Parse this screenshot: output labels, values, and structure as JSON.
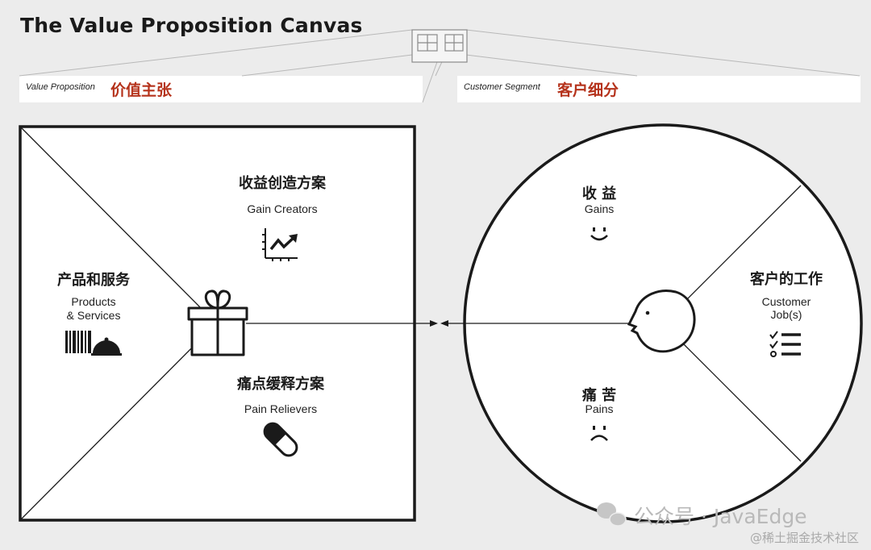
{
  "title": "The Value Proposition Canvas",
  "value_proposition": {
    "label_en": "Value Proposition",
    "label_zh": "价值主张"
  },
  "customer_segment": {
    "label_en": "Customer Segment",
    "label_zh": "客户细分"
  },
  "square": {
    "gain_creators": {
      "zh": "收益创造方案",
      "en": "Gain Creators",
      "icon": "chart-growth-icon"
    },
    "products_services": {
      "zh": "产品和服务",
      "en_line1": "Products",
      "en_line2": "& Services",
      "icon": "barcode-cloche-icon"
    },
    "pain_relievers": {
      "zh": "痛点缓释方案",
      "en": "Pain Relievers",
      "icon": "pill-icon"
    },
    "center_icon": "gift-icon"
  },
  "circle": {
    "gains": {
      "zh": "收 益",
      "en": "Gains",
      "icon": "smile-icon"
    },
    "jobs": {
      "zh": "客户的工作",
      "en_line1": "Customer",
      "en_line2": "Job(s)",
      "icon": "checklist-icon"
    },
    "pains": {
      "zh": "痛 苦",
      "en": "Pains",
      "icon": "frown-icon"
    },
    "center_icon": "face-profile-icon"
  },
  "watermark": {
    "line1": "公众号 · JavaEdge",
    "line2": "@稀土掘金技术社区"
  }
}
